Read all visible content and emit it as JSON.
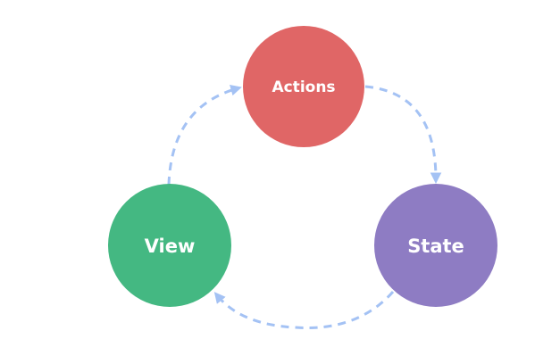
{
  "diagram": {
    "nodes": [
      {
        "id": "actions",
        "label": "Actions",
        "color": "#e06666"
      },
      {
        "id": "state",
        "label": "State",
        "color": "#8e7cc3"
      },
      {
        "id": "view",
        "label": "View",
        "color": "#44b882"
      }
    ],
    "edges": [
      {
        "from": "actions",
        "to": "state"
      },
      {
        "from": "state",
        "to": "view"
      },
      {
        "from": "view",
        "to": "actions"
      }
    ],
    "edge_color": "#a4c2f4",
    "edge_style": "dashed"
  }
}
